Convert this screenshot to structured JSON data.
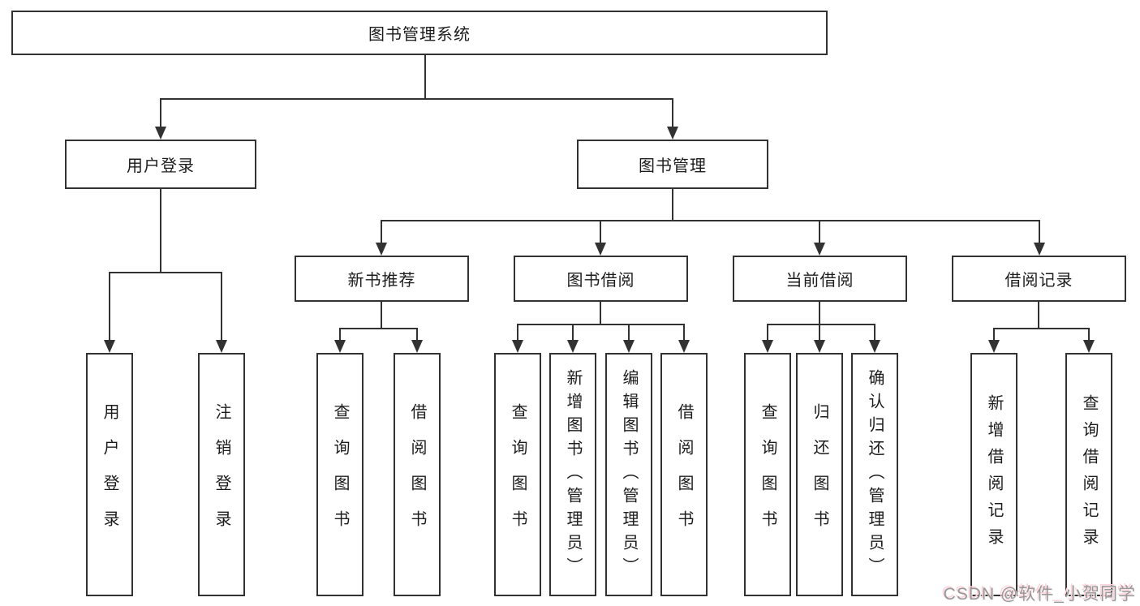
{
  "diagram": {
    "tree": {
      "label": "图书管理系统",
      "children": [
        {
          "label": "用户登录",
          "children": [
            {
              "label": "用户登录"
            },
            {
              "label": "注销登录"
            }
          ]
        },
        {
          "label": "图书管理",
          "children": [
            {
              "label": "新书推荐",
              "children": [
                {
                  "label": "查询图书"
                },
                {
                  "label": "借阅图书"
                }
              ]
            },
            {
              "label": "图书借阅",
              "children": [
                {
                  "label": "查询图书"
                },
                {
                  "label": "新增图书（管理员）"
                },
                {
                  "label": "编辑图书（管理员）"
                },
                {
                  "label": "借阅图书"
                }
              ]
            },
            {
              "label": "当前借阅",
              "children": [
                {
                  "label": "查询图书"
                },
                {
                  "label": "归还图书"
                },
                {
                  "label": "确认归还（管理员）"
                }
              ]
            },
            {
              "label": "借阅记录",
              "children": [
                {
                  "label": "新增借阅记录"
                },
                {
                  "label": "查询借阅记录"
                }
              ]
            }
          ]
        }
      ]
    },
    "colors": {
      "line": "#323232",
      "text": "#1c1c1c",
      "background": "#ffffff",
      "watermark_text": "#989898",
      "watermark_shadow": "#ffd3dc"
    }
  },
  "watermark": {
    "text": "CSDN @软件_小贺同学"
  }
}
